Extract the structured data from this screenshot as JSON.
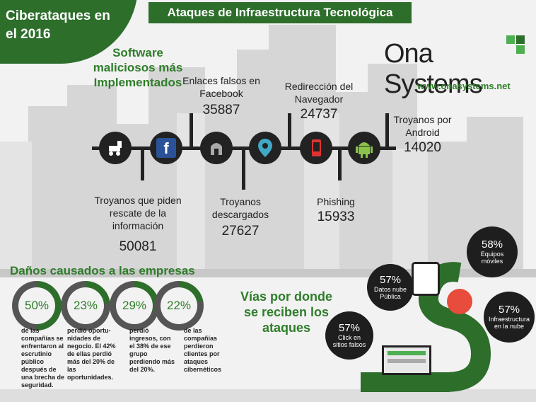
{
  "header": {
    "badge": "Ciberataques en el 2016",
    "title": "Ataques de Infraestructura Tecnológica"
  },
  "brand": {
    "name": "Ona Systems",
    "url": "www.onasystems.net"
  },
  "malware": {
    "title": "Software maliciosos más Implementados",
    "items": [
      {
        "label": "Troyanos que piden rescate de la información",
        "value": "50081",
        "icon": "trojan-horse-icon"
      },
      {
        "label": "Enlaces falsos en Facebook",
        "value": "35887",
        "icon": "facebook-icon"
      },
      {
        "label": "Troyanos descargados",
        "value": "27627",
        "icon": "spartan-helmet-icon"
      },
      {
        "label": "Phishing",
        "value": "15933",
        "icon": "location-pin-icon"
      },
      {
        "label": "Redirección del Navegador",
        "value": "24737",
        "icon": "phone-redirect-icon"
      },
      {
        "label": "Troyanos por Android",
        "value": "14020",
        "icon": "android-icon"
      }
    ]
  },
  "damages": {
    "title": "Daños causados a las empresas",
    "items": [
      {
        "percent": "50%",
        "value": 50,
        "text": "de las compañías se enfrentaron al escrutinio público después de una brecha de seguridad."
      },
      {
        "percent": "23%",
        "value": 23,
        "text": "perdió oportu-nidades de negocio. El 42% de ellas perdió más del 20% de las oportunidades."
      },
      {
        "percent": "29%",
        "value": 29,
        "text": "perdió ingresos, con el 38% de ese grupo perdiendo más del 20%."
      },
      {
        "percent": "22%",
        "value": 22,
        "text": "de las compañías perdieron clientes por ataques cibernéticos"
      }
    ]
  },
  "vias": {
    "title": "Vías por donde se reciben los ataques",
    "items": [
      {
        "percent": "57%",
        "label": "Click en sitios falsos"
      },
      {
        "percent": "57%",
        "label": "Datos nube Pública"
      },
      {
        "percent": "58%",
        "label": "Equipos móviles"
      },
      {
        "percent": "57%",
        "label": "Infraestructura en la nube"
      }
    ]
  },
  "colors": {
    "green": "#2d6e2b",
    "accent": "#4caf50",
    "dark": "#1e1e1e"
  }
}
